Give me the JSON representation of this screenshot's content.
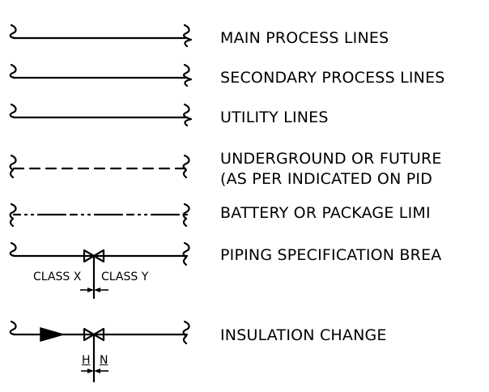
{
  "legend": {
    "items": [
      {
        "key": "main",
        "label": "MAIN PROCESS LINES"
      },
      {
        "key": "secondary",
        "label": "SECONDARY PROCESS LINES"
      },
      {
        "key": "utility",
        "label": "UTILITY LINES"
      },
      {
        "key": "underground",
        "label": "UNDERGROUND OR FUTURE",
        "label2": "(AS PER INDICATED ON PID"
      },
      {
        "key": "battery",
        "label": "BATTERY OR PACKAGE LIMI"
      },
      {
        "key": "spec_break",
        "label": "PIPING SPECIFICATION BREA",
        "left_class": "CLASS X",
        "right_class": "CLASS Y"
      },
      {
        "key": "insulation",
        "label": "INSULATION CHANGE",
        "left_mark": "H",
        "right_mark": "N"
      }
    ]
  }
}
